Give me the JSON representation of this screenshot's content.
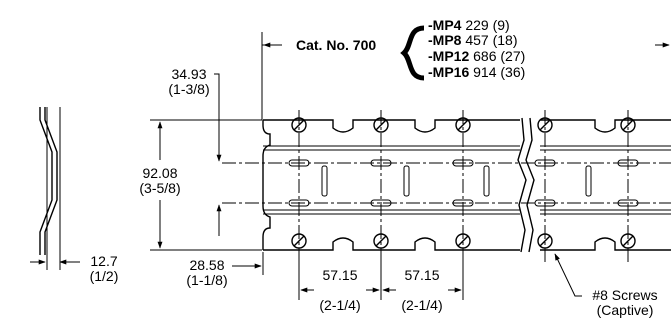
{
  "catalog": {
    "label": "Cat. No. 700",
    "variants": [
      {
        "code": "-MP4",
        "dims": "229 (9)"
      },
      {
        "code": "-MP8",
        "dims": "457 (18)"
      },
      {
        "code": "-MP12",
        "dims": "686 (27)"
      },
      {
        "code": "-MP16",
        "dims": "914 (36)"
      }
    ]
  },
  "dimensions": {
    "top_offset": {
      "mm": "34.93",
      "inch": "(1-3/8)"
    },
    "height": {
      "mm": "92.08",
      "inch": "(3-5/8)"
    },
    "profile_depth": {
      "mm": "12.7",
      "inch": "(1/2)"
    },
    "edge_offset": {
      "mm": "28.58",
      "inch": "(1-1/8)"
    },
    "pitch_1": {
      "mm": "57.15",
      "inch": "(2-1/4)"
    },
    "pitch_2": {
      "mm": "57.15",
      "inch": "(2-1/4)"
    }
  },
  "callouts": {
    "screws_line1": "#8 Screws",
    "screws_line2": "(Captive)"
  }
}
